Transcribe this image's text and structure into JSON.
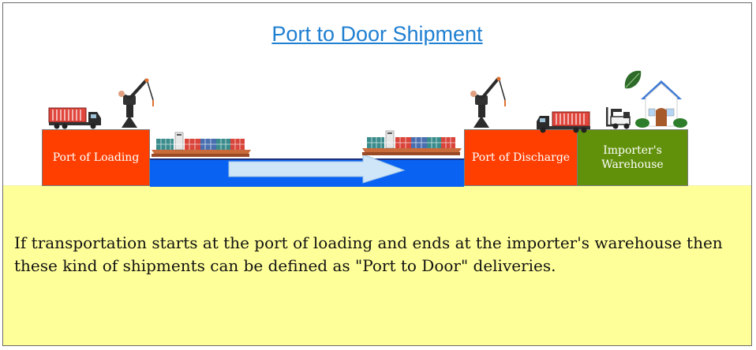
{
  "title": "Port to Door Shipment",
  "nodes": {
    "port_of_loading": "Port of Loading",
    "port_of_discharge": "Port of Discharge",
    "importers_warehouse": "Importer's Warehouse"
  },
  "description": "If transportation starts at the port of loading and ends at the importer's warehouse then these kind of shipments can be defined as \"Port to Door\" deliveries.",
  "colors": {
    "title": "#1f7fd1",
    "port_box": "#ff3f00",
    "warehouse_box": "#61910a",
    "sea": "#0a62f2",
    "ground": "#ffff99",
    "arrow": "#cfe6f8"
  },
  "icons": [
    "truck-icon",
    "crane-icon",
    "container-ship-icon",
    "flow-arrow-icon",
    "forklift-icon",
    "house-icon",
    "leaf-icon"
  ]
}
